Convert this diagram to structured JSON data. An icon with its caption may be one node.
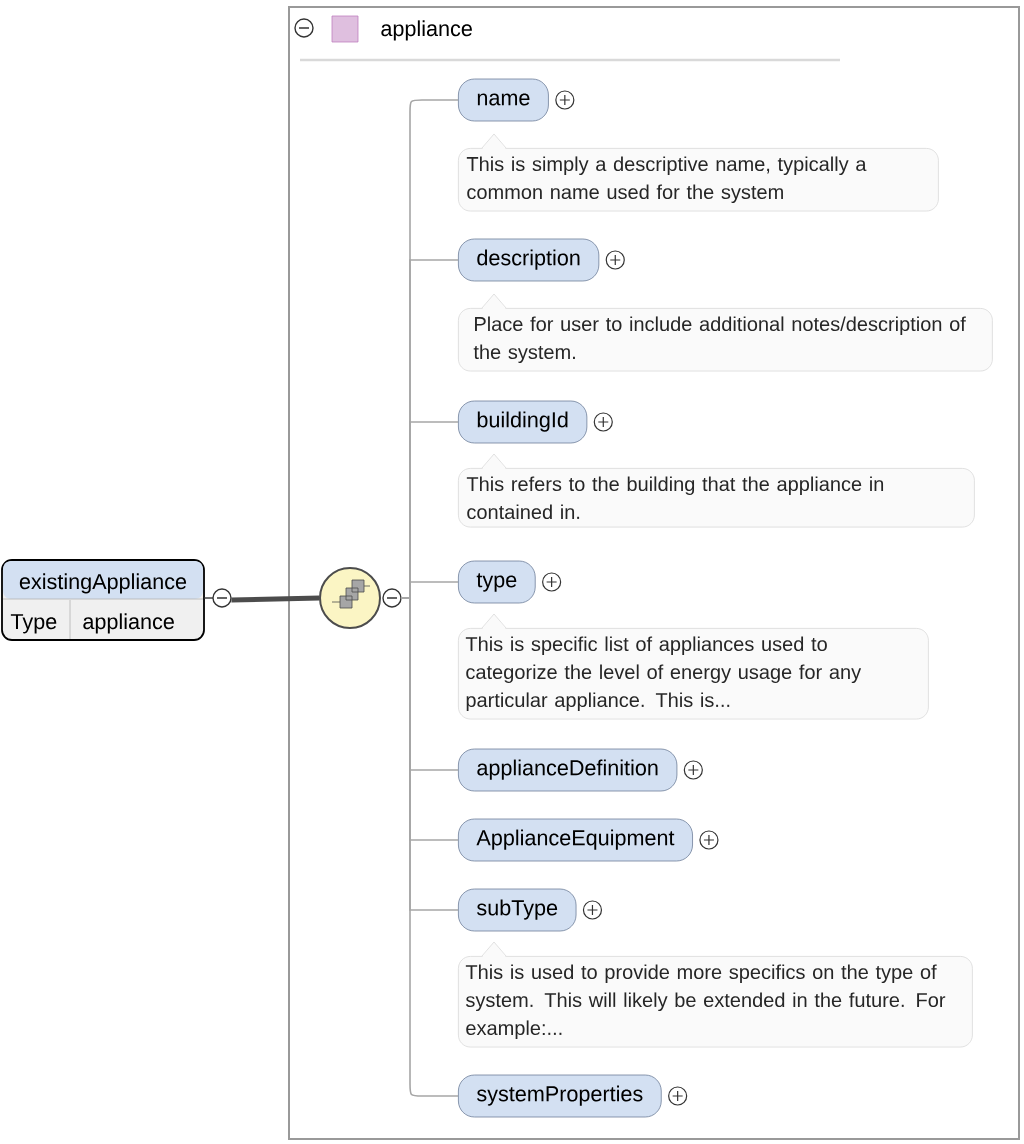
{
  "diagram": {
    "nodes": [
      {
        "text": [
          "existingAppliance",
          "Type",
          "appliance"
        ]
      },
      {
        "text": [
          "appliance"
        ]
      },
      {
        "text": [],
        "shape": "circle",
        "in": 1
      },
      {
        "text": [
          "name"
        ],
        "in": 1,
        "beside": [
          "This is simply a descriptive name, typically a common name used for the system"
        ]
      },
      {
        "text": [
          "description"
        ],
        "in": 1,
        "beside": [
          "Place for user to include additional notes/description of the system."
        ]
      },
      {
        "text": [
          "buildingId"
        ],
        "in": 1,
        "beside": [
          "This refers to the building that the appliance in contained in."
        ]
      },
      {
        "text": [
          "type"
        ],
        "in": 1,
        "beside": [
          "This is specific list of appliances used to categorize the level of energy usage for any particular appliance. This is..."
        ]
      },
      {
        "text": [
          "applianceDefinition"
        ],
        "in": 1
      },
      {
        "text": [
          "ApplianceEquipment"
        ],
        "in": 1
      },
      {
        "text": [
          "subType"
        ],
        "in": 1,
        "beside": [
          "This is used to provide more specifics on the type of system. This will likely be extended in the future. For example:..."
        ]
      },
      {
        "text": [
          "systemProperties"
        ],
        "in": 1
      }
    ],
    "edges": [
      {
        "from": 0,
        "to": 2,
        "arrow": "none",
        "style": "thick"
      },
      {
        "from": 2,
        "to": 3,
        "arrow": "none"
      },
      {
        "from": 2,
        "to": 4,
        "arrow": "none"
      },
      {
        "from": 2,
        "to": 5,
        "arrow": "none"
      },
      {
        "from": 2,
        "to": 6,
        "arrow": "none"
      },
      {
        "from": 2,
        "to": 7,
        "arrow": "none"
      },
      {
        "from": 2,
        "to": 8,
        "arrow": "none"
      },
      {
        "from": 2,
        "to": 9,
        "arrow": "none"
      },
      {
        "from": 2,
        "to": 10,
        "arrow": "none"
      }
    ]
  }
}
